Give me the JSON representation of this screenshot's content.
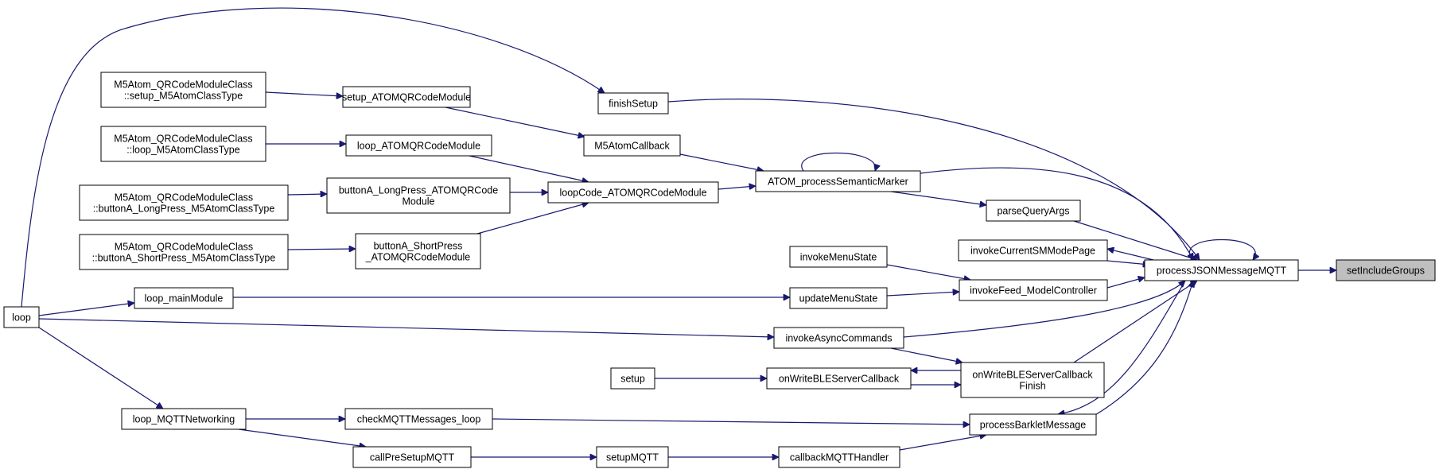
{
  "graph": {
    "colors": {
      "edge": "#191970",
      "node_border": "#000000",
      "highlight_fill": "#bfbfbf",
      "background": "#ffffff"
    },
    "nodes": [
      {
        "id": "setIncludeGroups",
        "lines": [
          "setIncludeGroups"
        ],
        "highlight": true
      },
      {
        "id": "processJSONMessageMQTT",
        "lines": [
          "processJSONMessageMQTT"
        ]
      },
      {
        "id": "finishSetup",
        "lines": [
          "finishSetup"
        ]
      },
      {
        "id": "loop",
        "lines": [
          "loop"
        ]
      },
      {
        "id": "ATOM_processSemanticMarker",
        "lines": [
          "ATOM_processSemanticMarker"
        ]
      },
      {
        "id": "M5AtomCallback",
        "lines": [
          "M5AtomCallback"
        ]
      },
      {
        "id": "setup_ATOMQRCodeModule",
        "lines": [
          "setup_ATOMQRCodeModule"
        ]
      },
      {
        "id": "qr_setup",
        "lines": [
          "M5Atom_QRCodeModuleClass",
          "::setup_M5AtomClassType"
        ]
      },
      {
        "id": "loopCode_ATOMQRCodeModule",
        "lines": [
          "loopCode_ATOMQRCodeModule"
        ]
      },
      {
        "id": "buttonA_LongPress_ATOMQRCodeModule",
        "lines": [
          "buttonA_LongPress_ATOMQRCode",
          "Module"
        ]
      },
      {
        "id": "qr_long",
        "lines": [
          "M5Atom_QRCodeModuleClass",
          "::buttonA_LongPress_M5AtomClassType"
        ]
      },
      {
        "id": "buttonA_ShortPress_ATOMQRCodeModule",
        "lines": [
          "buttonA_ShortPress",
          "_ATOMQRCodeModule"
        ]
      },
      {
        "id": "qr_short",
        "lines": [
          "M5Atom_QRCodeModuleClass",
          "::buttonA_ShortPress_M5AtomClassType"
        ]
      },
      {
        "id": "loop_ATOMQRCodeModule",
        "lines": [
          "loop_ATOMQRCodeModule"
        ]
      },
      {
        "id": "qr_loop",
        "lines": [
          "M5Atom_QRCodeModuleClass",
          "::loop_M5AtomClassType"
        ]
      },
      {
        "id": "parseQueryArgs",
        "lines": [
          "parseQueryArgs"
        ]
      },
      {
        "id": "invokeCurrentSMModePage",
        "lines": [
          "invokeCurrentSMModePage"
        ]
      },
      {
        "id": "invokeFeed_ModelController",
        "lines": [
          "invokeFeed_ModelController"
        ]
      },
      {
        "id": "invokeMenuState",
        "lines": [
          "invokeMenuState"
        ]
      },
      {
        "id": "updateMenuState",
        "lines": [
          "updateMenuState"
        ]
      },
      {
        "id": "loop_mainModule",
        "lines": [
          "loop_mainModule"
        ]
      },
      {
        "id": "invokeAsyncCommands",
        "lines": [
          "invokeAsyncCommands"
        ]
      },
      {
        "id": "onWriteBLEServerCallbackFinish",
        "lines": [
          "onWriteBLEServerCallback",
          "Finish"
        ]
      },
      {
        "id": "onWriteBLEServerCallback",
        "lines": [
          "onWriteBLEServerCallback"
        ]
      },
      {
        "id": "setup",
        "lines": [
          "setup"
        ]
      },
      {
        "id": "processBarkletMessage",
        "lines": [
          "processBarkletMessage"
        ]
      },
      {
        "id": "checkMQTTMessages_loop",
        "lines": [
          "checkMQTTMessages_loop"
        ]
      },
      {
        "id": "loop_MQTTNetworking",
        "lines": [
          "loop_MQTTNetworking"
        ]
      },
      {
        "id": "callPreSetupMQTT",
        "lines": [
          "callPreSetupMQTT"
        ]
      },
      {
        "id": "setupMQTT",
        "lines": [
          "setupMQTT"
        ]
      },
      {
        "id": "callbackMQTTHandler",
        "lines": [
          "callbackMQTTHandler"
        ]
      }
    ],
    "edges": [
      {
        "from": "processJSONMessageMQTT",
        "to": "setIncludeGroups"
      },
      {
        "from": "finishSetup",
        "to": "processJSONMessageMQTT"
      },
      {
        "from": "loop",
        "to": "finishSetup"
      },
      {
        "from": "ATOM_processSemanticMarker",
        "to": "processJSONMessageMQTT"
      },
      {
        "from": "ATOM_processSemanticMarker",
        "to": "ATOM_processSemanticMarker"
      },
      {
        "from": "M5AtomCallback",
        "to": "ATOM_processSemanticMarker"
      },
      {
        "from": "setup_ATOMQRCodeModule",
        "to": "M5AtomCallback"
      },
      {
        "from": "qr_setup",
        "to": "setup_ATOMQRCodeModule"
      },
      {
        "from": "loopCode_ATOMQRCodeModule",
        "to": "ATOM_processSemanticMarker"
      },
      {
        "from": "loop_ATOMQRCodeModule",
        "to": "loopCode_ATOMQRCodeModule"
      },
      {
        "from": "qr_loop",
        "to": "loop_ATOMQRCodeModule"
      },
      {
        "from": "buttonA_LongPress_ATOMQRCodeModule",
        "to": "loopCode_ATOMQRCodeModule"
      },
      {
        "from": "qr_long",
        "to": "buttonA_LongPress_ATOMQRCodeModule"
      },
      {
        "from": "buttonA_ShortPress_ATOMQRCodeModule",
        "to": "loopCode_ATOMQRCodeModule"
      },
      {
        "from": "qr_short",
        "to": "buttonA_ShortPress_ATOMQRCodeModule"
      },
      {
        "from": "ATOM_processSemanticMarker",
        "to": "parseQueryArgs"
      },
      {
        "from": "parseQueryArgs",
        "to": "processJSONMessageMQTT"
      },
      {
        "from": "processJSONMessageMQTT",
        "to": "invokeCurrentSMModePage"
      },
      {
        "from": "invokeCurrentSMModePage",
        "to": "processJSONMessageMQTT"
      },
      {
        "from": "processJSONMessageMQTT",
        "to": "processJSONMessageMQTT"
      },
      {
        "from": "invokeFeed_ModelController",
        "to": "processJSONMessageMQTT"
      },
      {
        "from": "invokeMenuState",
        "to": "invokeFeed_ModelController"
      },
      {
        "from": "updateMenuState",
        "to": "invokeFeed_ModelController"
      },
      {
        "from": "loop_mainModule",
        "to": "updateMenuState"
      },
      {
        "from": "loop",
        "to": "loop_mainModule"
      },
      {
        "from": "loop",
        "to": "invokeAsyncCommands"
      },
      {
        "from": "invokeAsyncCommands",
        "to": "processJSONMessageMQTT"
      },
      {
        "from": "invokeAsyncCommands",
        "to": "onWriteBLEServerCallbackFinish"
      },
      {
        "from": "onWriteBLEServerCallbackFinish",
        "to": "processJSONMessageMQTT"
      },
      {
        "from": "onWriteBLEServerCallbackFinish",
        "to": "onWriteBLEServerCallback"
      },
      {
        "from": "onWriteBLEServerCallback",
        "to": "onWriteBLEServerCallbackFinish"
      },
      {
        "from": "setup",
        "to": "onWriteBLEServerCallback"
      },
      {
        "from": "processBarkletMessage",
        "to": "processJSONMessageMQTT"
      },
      {
        "from": "processJSONMessageMQTT",
        "to": "processBarkletMessage"
      },
      {
        "from": "checkMQTTMessages_loop",
        "to": "processBarkletMessage"
      },
      {
        "from": "loop_MQTTNetworking",
        "to": "checkMQTTMessages_loop"
      },
      {
        "from": "loop",
        "to": "loop_MQTTNetworking"
      },
      {
        "from": "loop_MQTTNetworking",
        "to": "callPreSetupMQTT"
      },
      {
        "from": "callPreSetupMQTT",
        "to": "setupMQTT"
      },
      {
        "from": "setupMQTT",
        "to": "callbackMQTTHandler"
      },
      {
        "from": "callbackMQTTHandler",
        "to": "processBarkletMessage"
      }
    ]
  }
}
